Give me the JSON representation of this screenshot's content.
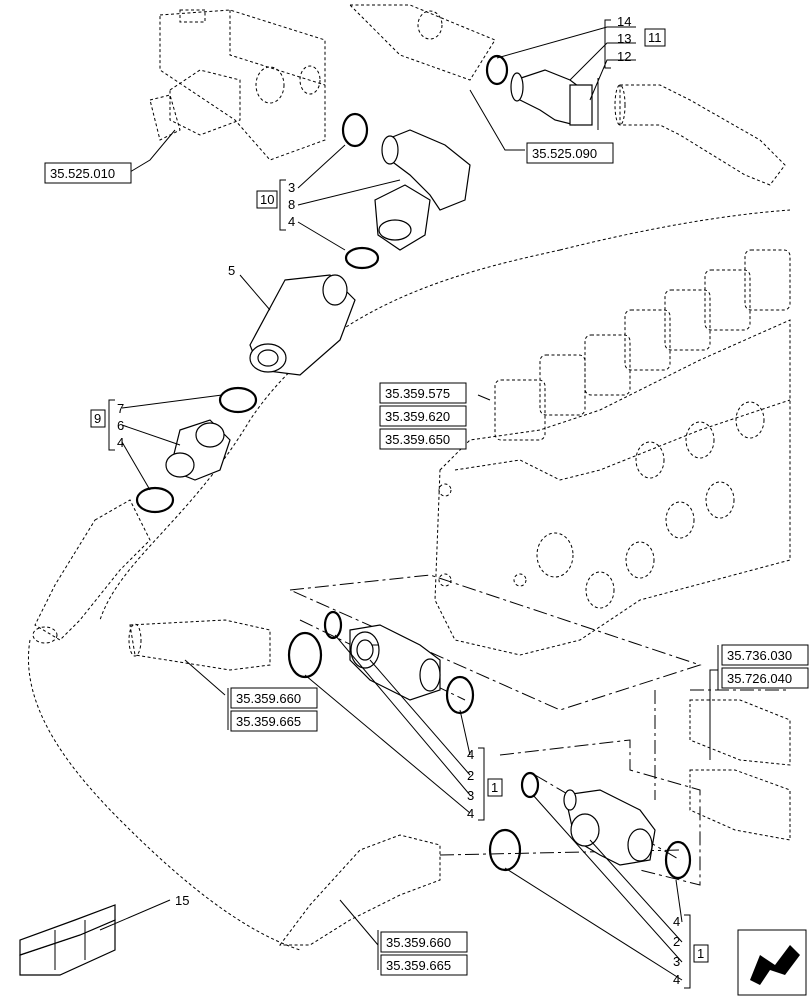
{
  "diagram": {
    "reference_labels": {
      "r1": "35.525.010",
      "r2": "35.525.090",
      "r3": "35.359.575",
      "r4": "35.359.620",
      "r5": "35.359.650",
      "r6": "35.359.660",
      "r7": "35.359.665",
      "r8": "35.736.030",
      "r9": "35.726.040",
      "r10": "35.359.660",
      "r11": "35.359.665"
    },
    "callouts": {
      "c14": "14",
      "c13": "13",
      "c12": "12",
      "c11": "11",
      "c10": "10",
      "c3a": "3",
      "c8": "8",
      "c4a": "4",
      "c5": "5",
      "c9": "9",
      "c7": "7",
      "c6": "6",
      "c4b": "4",
      "g1_4a": "4",
      "g1_2": "2",
      "g1_3": "3",
      "g1_4b": "4",
      "g1_box": "1",
      "g2_4a": "4",
      "g2_2": "2",
      "g2_3": "3",
      "g2_4b": "4",
      "g2_box": "1",
      "c15": "15"
    }
  }
}
